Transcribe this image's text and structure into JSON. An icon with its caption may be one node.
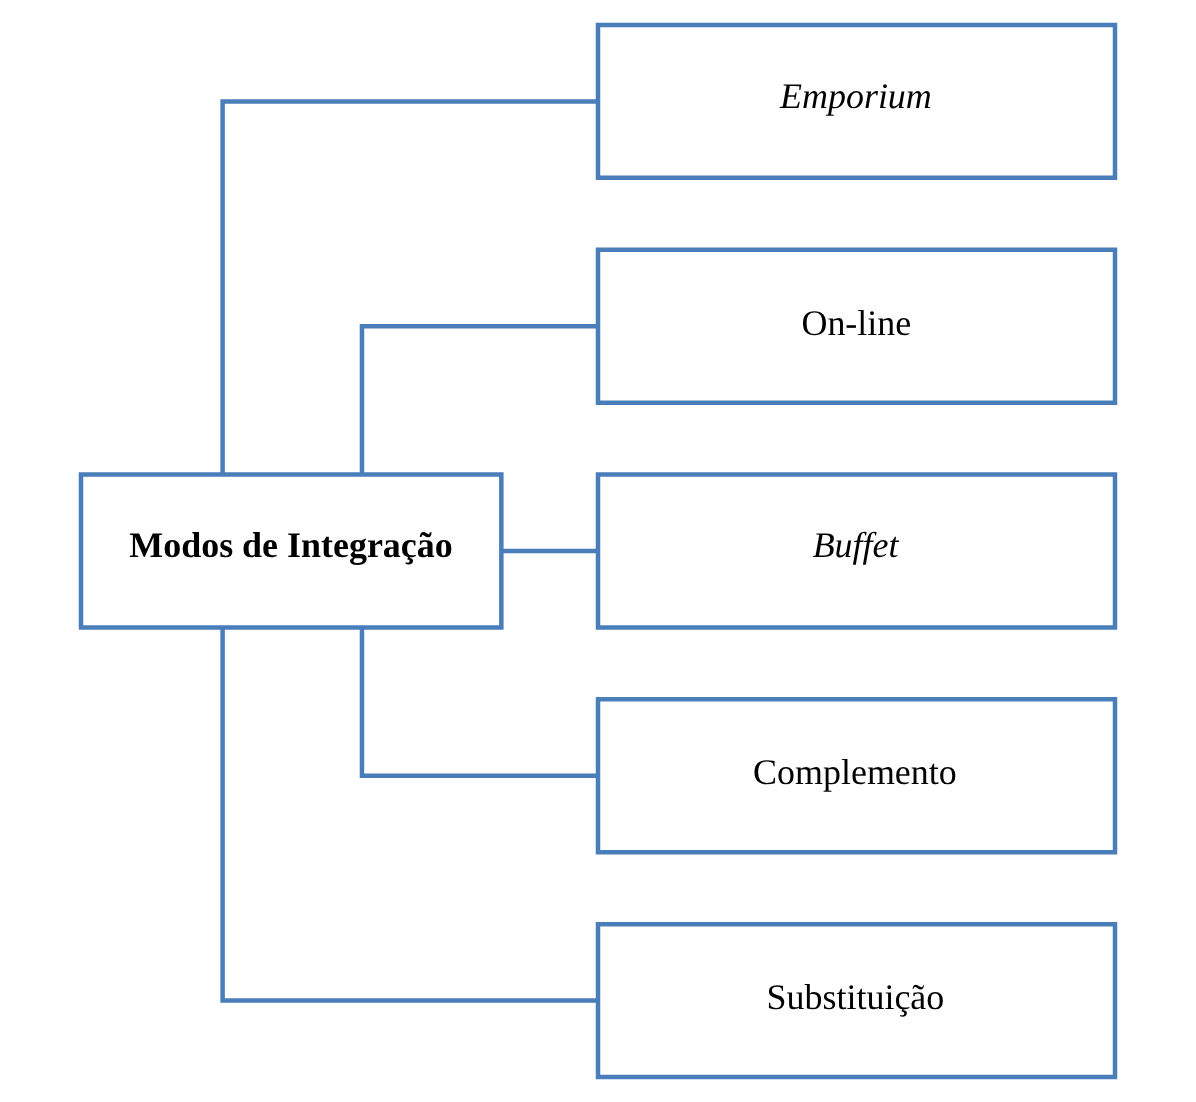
{
  "diagram": {
    "nodes": [
      {
        "text": [
          "Modos de Integração"
        ]
      },
      {
        "text": [
          "Emporium"
        ]
      },
      {
        "text": [
          "On-line"
        ]
      },
      {
        "text": [
          "Buffet"
        ]
      },
      {
        "text": [
          "Complemento"
        ]
      },
      {
        "text": [
          "Substituição"
        ]
      }
    ],
    "edges": [
      {
        "from": 0,
        "to": 1,
        "arrow": "none"
      },
      {
        "from": 0,
        "to": 2,
        "arrow": "none"
      },
      {
        "from": 0,
        "to": 3,
        "arrow": "none"
      },
      {
        "from": 0,
        "to": 4,
        "arrow": "none"
      },
      {
        "from": 0,
        "to": 5,
        "arrow": "none"
      }
    ]
  }
}
